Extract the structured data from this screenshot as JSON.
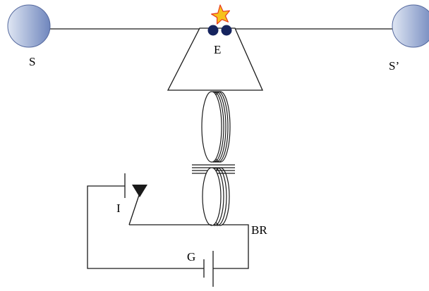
{
  "labels": {
    "sphere_left": "S",
    "sphere_right": "S’",
    "electrodes": "E",
    "interrupter": "I",
    "battery": "G",
    "coil": "BR"
  },
  "colors": {
    "sphere_light": "#dfe6f3",
    "sphere_dark": "#6f86bd",
    "electrode": "#16245e",
    "spark_fill": "#f6c21c",
    "spark_stroke": "#e8391c",
    "line": "#1a1a1a"
  },
  "icons": {
    "spark": "spark-star-icon"
  }
}
